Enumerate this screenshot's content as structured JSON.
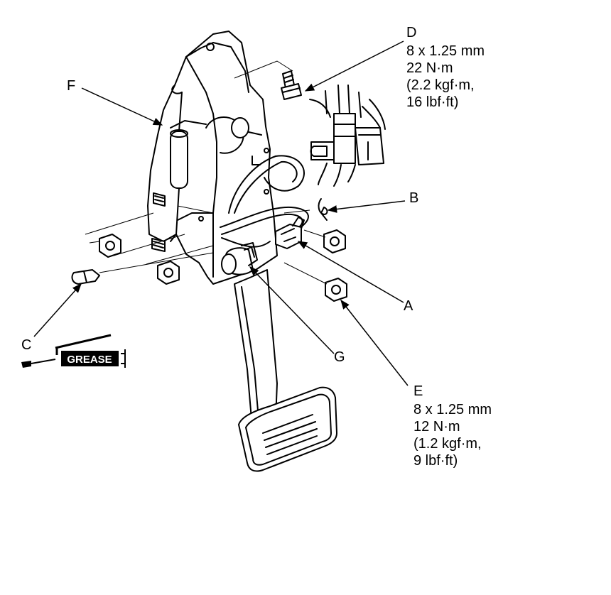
{
  "callouts": {
    "A": "A",
    "B": "B",
    "C": "C",
    "D": "D",
    "E": "E",
    "F": "F",
    "G": "G"
  },
  "specs": {
    "D": [
      "8 x 1.25 mm",
      "22 N·m",
      "(2.2 kgf·m,",
      "16 lbf·ft)"
    ],
    "E": [
      "8 x 1.25 mm",
      "12 N·m",
      "(1.2 kgf·m,",
      "9 lbf·ft)"
    ]
  },
  "grease_label": "GREASE"
}
